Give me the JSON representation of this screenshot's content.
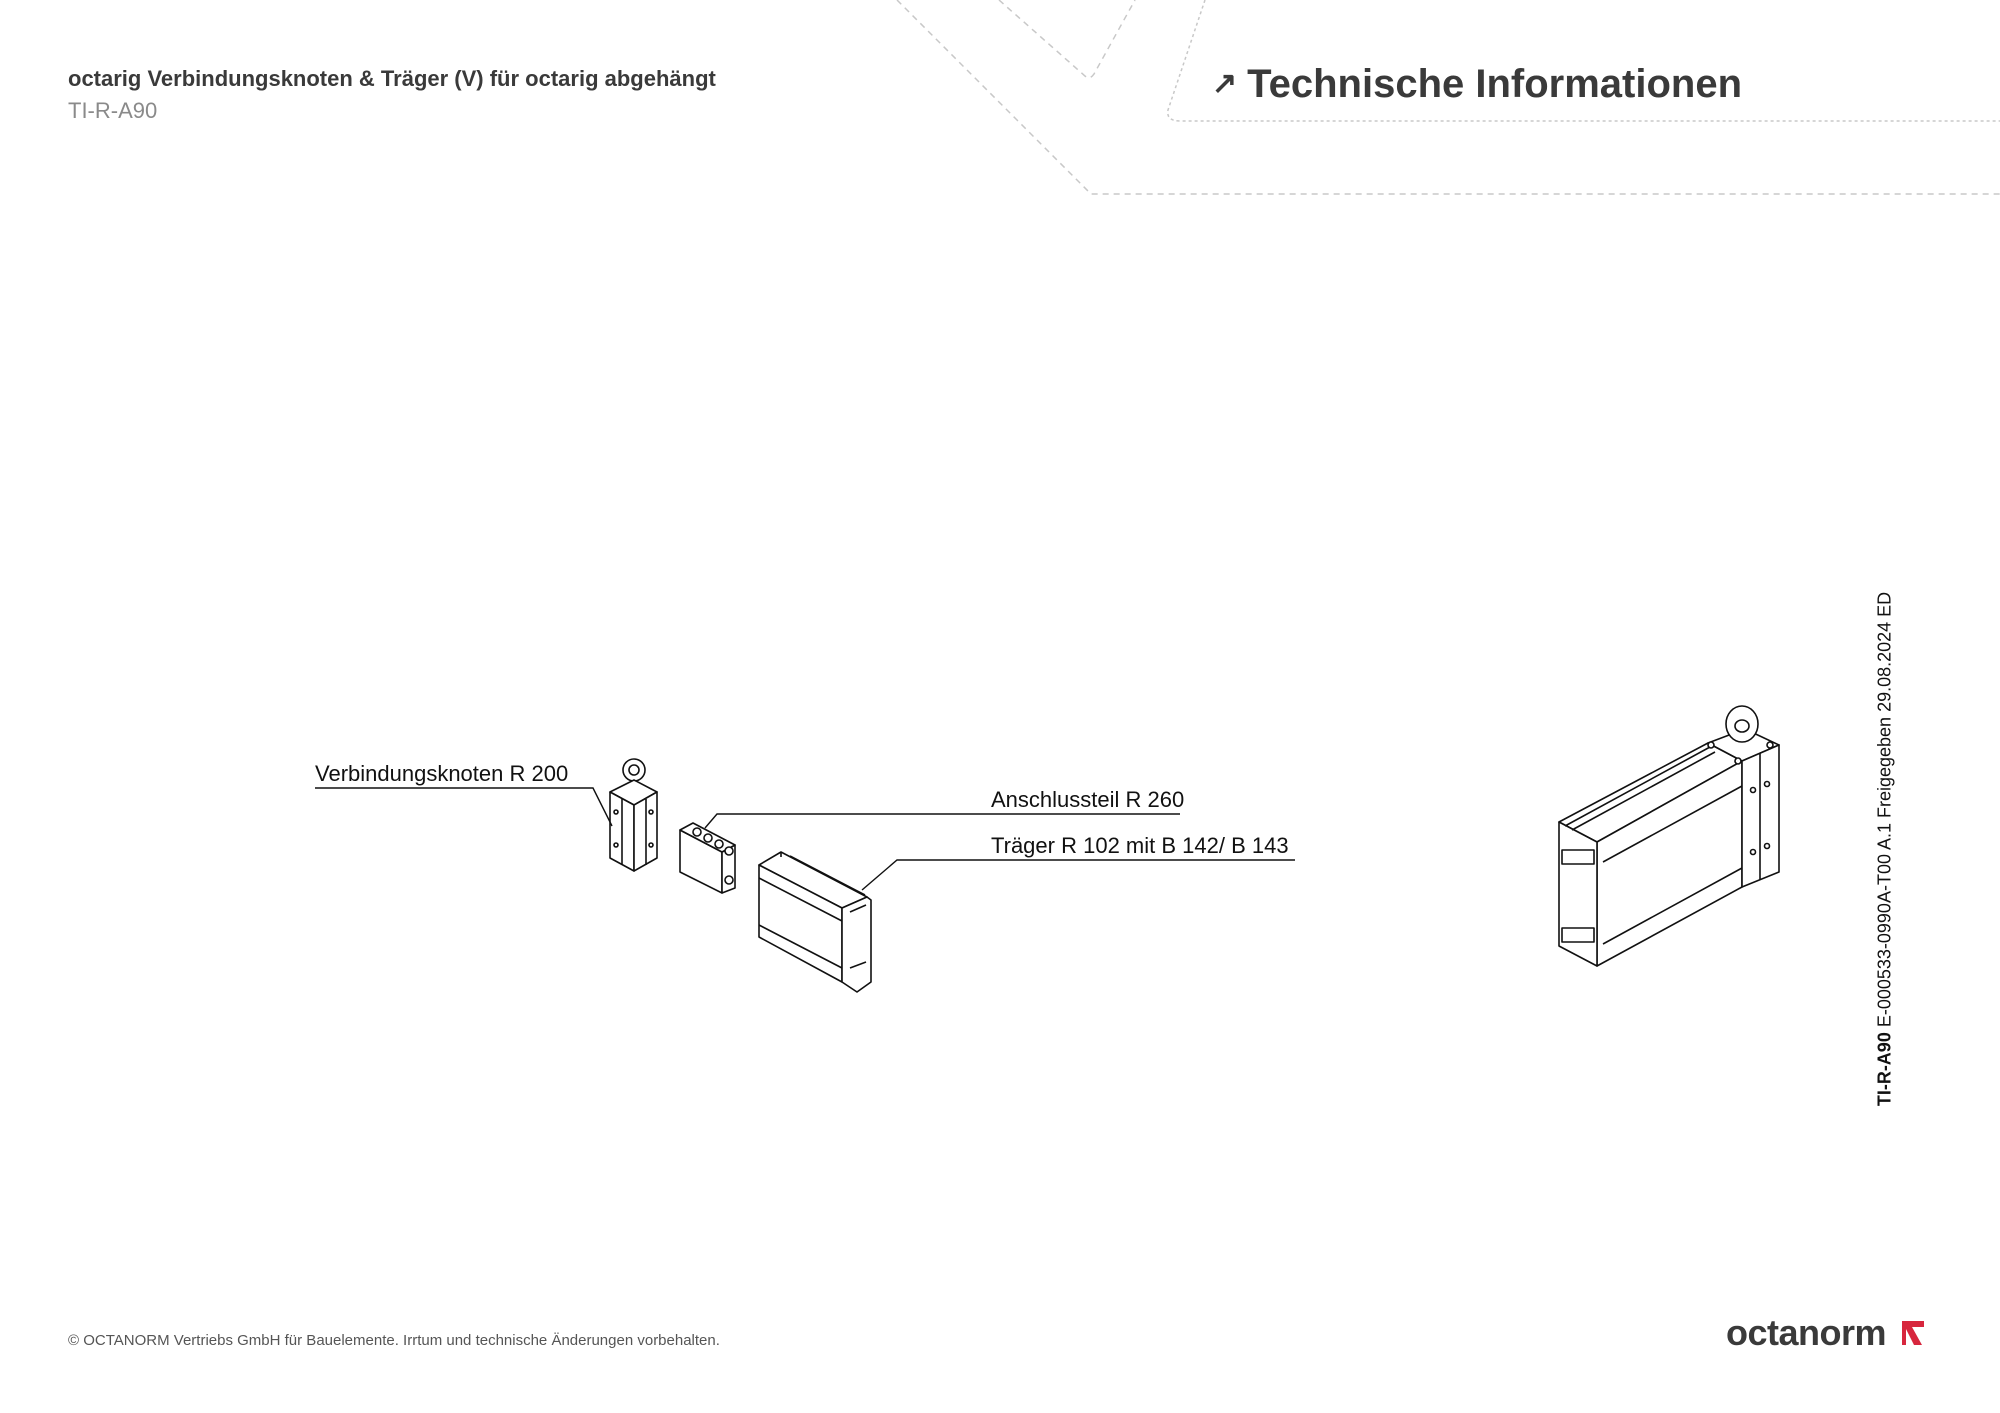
{
  "header": {
    "title": "octarig Verbindungsknoten & Träger (V) für octarig abgehängt",
    "code": "TI-R-A90",
    "section_title": "Technische Informationen",
    "section_icon": "arrow-up-right-icon"
  },
  "drawing": {
    "labels": [
      {
        "text": "Verbindungsknoten R 200"
      },
      {
        "text": "Anschlussteil R 260"
      },
      {
        "text": "Träger R 102 mit B 142/ B 143"
      }
    ]
  },
  "side": {
    "code": "TI-R-A90",
    "info": " E-000533-0990A-T00 A.1 Freigegeben 29.08.2024 ED"
  },
  "footer": {
    "copyright": "© OCTANORM Vertriebs GmbH für Bauelemente. Irrtum und technische Änderungen vorbehalten.",
    "logo_text": "octanorm",
    "brand_color": "#d7263d"
  }
}
